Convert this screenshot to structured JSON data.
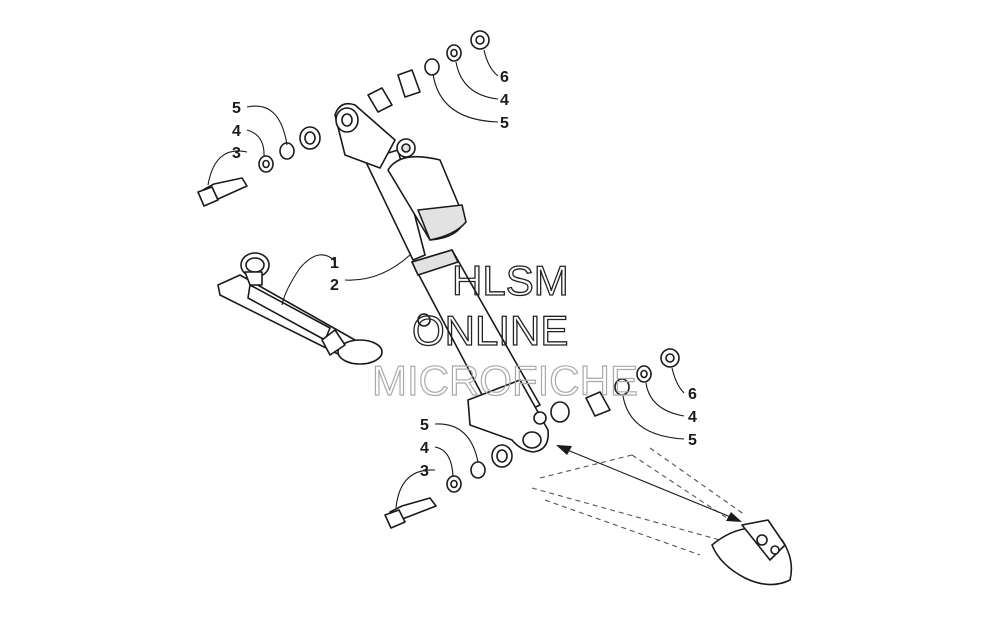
{
  "watermark": {
    "line1": "HLSM",
    "line2": "ONLINE",
    "line3": "MICROFICHE"
  },
  "callouts": {
    "shock_1": "1",
    "shock_2": "2",
    "upper_left_5": "5",
    "upper_left_4": "4",
    "upper_left_3": "3",
    "upper_right_6": "6",
    "upper_right_4": "4",
    "upper_right_5": "5",
    "lower_left_5": "5",
    "lower_left_4": "4",
    "lower_left_3": "3",
    "lower_right_6": "6",
    "lower_right_4": "4",
    "lower_right_5": "5"
  }
}
